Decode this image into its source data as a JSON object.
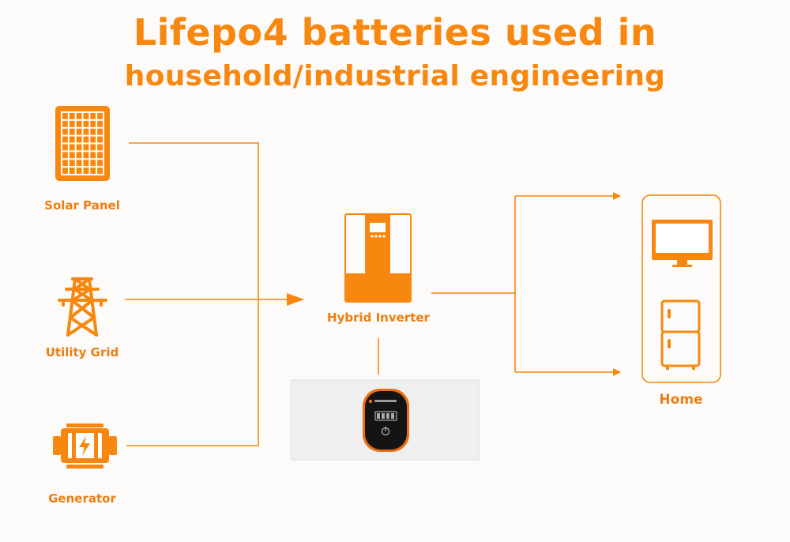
{
  "title": {
    "line1": "Lifepo4 batteries used in",
    "line2": "household/industrial engineering"
  },
  "labels": {
    "solar": "Solar Panel",
    "grid": "Utility Grid",
    "generator": "Generator",
    "inverter": "Hybrid Inverter",
    "home": "Home"
  },
  "colors": {
    "accent": "#f7870f",
    "background": "#fcfbf9",
    "battery_body": "#f0efef",
    "battery_panel": "#111111"
  },
  "icons": {
    "solar": "solar-panel-icon",
    "grid": "transmission-tower-icon",
    "generator": "generator-icon",
    "inverter": "inverter-icon",
    "battery": "battery-pack",
    "home": "home-appliances-icon"
  }
}
